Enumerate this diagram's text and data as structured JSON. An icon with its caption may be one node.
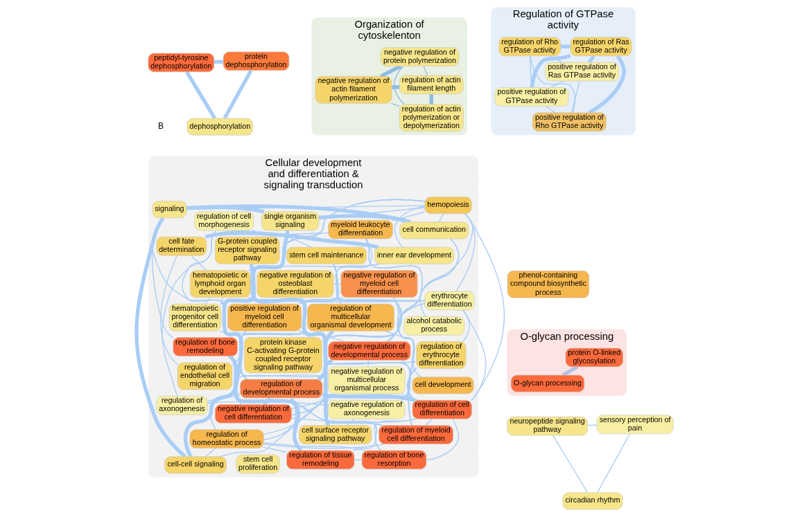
{
  "diagram": {
    "nodes": [
      {
        "text": [
          "O-glycan processing"
        ]
      },
      {
        "text": [
          "O-glycan processing"
        ],
        "in": 0
      },
      {
        "text": [
          "protein O-linked glycosylation"
        ],
        "in": 0
      },
      {
        "text": [
          "Cellular development and differentiation & signaling transduction"
        ]
      },
      {
        "text": [
          "regulation of endothelial cell migration"
        ],
        "in": 3
      },
      {
        "text": [
          "cell fate determination"
        ],
        "in": 3
      },
      {
        "text": [
          "alcohol catabolic process"
        ],
        "in": 3
      },
      {
        "text": [
          "inner ear development"
        ],
        "in": 3
      },
      {
        "text": [
          "protein kinase C-activating G-protein coupled receptor signaling pathway"
        ],
        "in": 3
      },
      {
        "text": [
          "hemopoiesis"
        ],
        "in": 3
      },
      {
        "text": [
          "cell communication"
        ],
        "in": 3
      },
      {
        "text": [
          "hematopoietic or lymphoid organ development"
        ],
        "in": 3
      },
      {
        "text": [
          "single organism signaling"
        ],
        "in": 3
      },
      {
        "text": [
          "regulation of axonogenesis"
        ],
        "in": 3
      },
      {
        "text": [
          "hematopoietic progenitor cell differentiation"
        ],
        "in": 3
      },
      {
        "text": [
          "erythrocyte differentiation"
        ],
        "in": 3
      },
      {
        "text": [
          "signaling"
        ],
        "in": 3
      },
      {
        "text": [
          "regulation of cell morphogenesis"
        ],
        "in": 3
      },
      {
        "text": [
          "negative regulation of developmental process"
        ],
        "in": 3
      },
      {
        "text": [
          "negative regulation of multicellular organismal process"
        ],
        "in": 3
      },
      {
        "text": [
          "cell-cell signaling"
        ],
        "in": 3
      },
      {
        "text": [
          "stem cell maintenance"
        ],
        "in": 3
      },
      {
        "text": [
          "regulation of multicellular organismal development"
        ],
        "in": 3
      },
      {
        "text": [
          "myeloid leukocyte differentiation"
        ],
        "in": 3
      },
      {
        "text": [
          "stem cell proliferation"
        ],
        "in": 3
      },
      {
        "text": [
          "regulation of bone remodeling"
        ],
        "in": 3
      },
      {
        "text": [
          "regulation of cell differentiation"
        ],
        "in": 3
      },
      {
        "text": [
          "negative regulation of axonogenesis"
        ],
        "in": 3
      },
      {
        "text": [
          "G-protein coupled receptor signaling pathway"
        ],
        "in": 3
      },
      {
        "text": [
          "regulation of developmental process"
        ],
        "in": 3
      },
      {
        "text": [
          "negative regulation of myeloid cell differentiation"
        ],
        "in": 3
      },
      {
        "text": [
          "regulation of tissue remodeling"
        ],
        "in": 3
      },
      {
        "text": [
          "positive regulation of myeloid cell differentiation"
        ],
        "in": 3
      },
      {
        "text": [
          "cell surface receptor signaling pathway"
        ],
        "in": 3
      },
      {
        "text": [
          "negative regulation of cell differentiation"
        ],
        "in": 3
      },
      {
        "text": [
          "negative regulation of osteoblast differentiation"
        ],
        "in": 3
      },
      {
        "text": [
          "regulation of bone resorption"
        ],
        "in": 3
      },
      {
        "text": [
          "regulation of myeloid cell differentiation"
        ],
        "in": 3
      },
      {
        "text": [
          "regulation of homeostatic process"
        ],
        "in": 3
      },
      {
        "text": [
          "cell development"
        ],
        "in": 3
      },
      {
        "text": [
          "regulation of erythrocyte differentiation"
        ],
        "in": 3
      },
      {
        "text": [
          "phenol-containing compound biosynthetic process"
        ]
      },
      {
        "text": [
          "Regulation of GTPase activity"
        ]
      },
      {
        "text": [
          "regulation of Ras GTPase activity"
        ],
        "in": 42
      },
      {
        "text": [
          "positive regulation of Rho GTPase activity"
        ],
        "in": 42
      },
      {
        "text": [
          "regulation of Rho GTPase activity"
        ],
        "in": 42
      },
      {
        "text": [
          "positive regulation of GTPase activity"
        ],
        "in": 42
      },
      {
        "text": [
          "positive regulation of Ras GTPase activity"
        ],
        "in": 42
      },
      {
        "text": [
          "neuropeptide signaling pathway"
        ]
      },
      {
        "text": [
          "sensory perception of pain"
        ]
      },
      {
        "text": [
          "circadian rhythm"
        ]
      },
      {
        "text": [
          "peptidyl-tyrosine dephosphorylation"
        ]
      },
      {
        "text": [
          "protein dephosphorylation"
        ]
      },
      {
        "text": [
          "dephosphorylation"
        ]
      },
      {
        "text": [
          "Organization of cytoskelenton"
        ]
      },
      {
        "text": [
          "regulation of actin polymerization or depolymerization"
        ],
        "in": 54
      },
      {
        "text": [
          "negative regulation of protein polymerization"
        ],
        "in": 54
      },
      {
        "text": [
          "negative regulation of actin filament polymerization"
        ],
        "in": 54
      },
      {
        "text": [
          "regulation of actin filament length"
        ],
        "in": 54
      }
    ],
    "edges": [
      {
        "from": 1,
        "to": 2,
        "arrow": "none",
        "style": "thick",
        "color": "#b4c3e6"
      },
      {
        "from": 4,
        "to": 5,
        "arrow": "none"
      },
      {
        "from": 4,
        "to": 7,
        "arrow": "none"
      },
      {
        "from": 5,
        "to": 7,
        "arrow": "none",
        "style": "thick"
      },
      {
        "from": 5,
        "to": 11,
        "arrow": "none"
      },
      {
        "from": 5,
        "to": 9,
        "arrow": "none"
      },
      {
        "from": 7,
        "to": 11,
        "arrow": "none"
      },
      {
        "from": 7,
        "to": 9,
        "arrow": "none"
      },
      {
        "from": 6,
        "to": 10,
        "arrow": "none"
      },
      {
        "from": 9,
        "to": 10,
        "arrow": "none"
      },
      {
        "from": 9,
        "to": 11,
        "arrow": "none"
      },
      {
        "from": 9,
        "to": 12,
        "arrow": "none"
      },
      {
        "from": 9,
        "to": 14,
        "arrow": "none"
      },
      {
        "from": 9,
        "to": 15,
        "arrow": "none"
      },
      {
        "from": 9,
        "to": 16,
        "arrow": "none"
      },
      {
        "from": 9,
        "to": 26,
        "arrow": "none"
      },
      {
        "from": 9,
        "to": 29,
        "arrow": "none"
      },
      {
        "from": 9,
        "to": 23,
        "arrow": "none"
      },
      {
        "from": 10,
        "to": 12,
        "arrow": "none",
        "style": "thick"
      },
      {
        "from": 10,
        "to": 16,
        "arrow": "none",
        "style": "thick"
      },
      {
        "from": 10,
        "to": 20,
        "arrow": "none"
      },
      {
        "from": 11,
        "to": 15,
        "arrow": "none"
      },
      {
        "from": 11,
        "to": 14,
        "arrow": "none"
      },
      {
        "from": 11,
        "to": 26,
        "arrow": "none"
      },
      {
        "from": 11,
        "to": 29,
        "arrow": "none"
      },
      {
        "from": 11,
        "to": 12,
        "arrow": "none"
      },
      {
        "from": 11,
        "to": 18,
        "arrow": "none"
      },
      {
        "from": 12,
        "to": 16,
        "arrow": "none",
        "style": "thick"
      },
      {
        "from": 12,
        "to": 20,
        "arrow": "none",
        "style": "thick"
      },
      {
        "from": 13,
        "to": 17,
        "arrow": "none"
      },
      {
        "from": 13,
        "to": 21,
        "arrow": "none"
      },
      {
        "from": 13,
        "to": 27,
        "arrow": "none"
      },
      {
        "from": 13,
        "to": 18,
        "arrow": "none"
      },
      {
        "from": 13,
        "to": 29,
        "arrow": "none"
      },
      {
        "from": 14,
        "to": 15,
        "arrow": "none"
      },
      {
        "from": 14,
        "to": 23,
        "arrow": "none"
      },
      {
        "from": 14,
        "to": 26,
        "arrow": "none"
      },
      {
        "from": 15,
        "to": 29,
        "arrow": "none"
      },
      {
        "from": 15,
        "to": 26,
        "arrow": "none"
      },
      {
        "from": 15,
        "to": 18,
        "arrow": "none"
      },
      {
        "from": 15,
        "to": 40,
        "arrow": "none"
      },
      {
        "from": 16,
        "to": 20,
        "arrow": "none",
        "style": "thick"
      },
      {
        "from": 16,
        "to": 25,
        "arrow": "none"
      },
      {
        "from": 16,
        "to": 29,
        "arrow": "none"
      },
      {
        "from": 17,
        "to": 21,
        "arrow": "none"
      },
      {
        "from": 17,
        "to": 29,
        "arrow": "none"
      },
      {
        "from": 18,
        "to": 29,
        "arrow": "none",
        "style": "thick"
      },
      {
        "from": 18,
        "to": 26,
        "arrow": "none"
      },
      {
        "from": 18,
        "to": 21,
        "arrow": "none"
      },
      {
        "from": 18,
        "to": 34,
        "arrow": "none"
      },
      {
        "from": 18,
        "to": 19,
        "arrow": "none"
      },
      {
        "from": 19,
        "to": 29,
        "arrow": "none"
      },
      {
        "from": 19,
        "to": 26,
        "arrow": "none"
      },
      {
        "from": 19,
        "to": 34,
        "arrow": "none"
      },
      {
        "from": 20,
        "to": 29,
        "arrow": "none"
      },
      {
        "from": 20,
        "to": 38,
        "arrow": "none"
      },
      {
        "from": 21,
        "to": 29,
        "arrow": "none"
      },
      {
        "from": 21,
        "to": 27,
        "arrow": "none"
      },
      {
        "from": 21,
        "to": 22,
        "arrow": "none"
      },
      {
        "from": 22,
        "to": 29,
        "arrow": "none",
        "style": "thick"
      },
      {
        "from": 22,
        "to": 26,
        "arrow": "none"
      },
      {
        "from": 22,
        "to": 34,
        "arrow": "none"
      },
      {
        "from": 23,
        "to": 26,
        "arrow": "none"
      },
      {
        "from": 23,
        "to": 32,
        "arrow": "none"
      },
      {
        "from": 23,
        "to": 37,
        "arrow": "none"
      },
      {
        "from": 25,
        "to": 31,
        "arrow": "none",
        "style": "thick"
      },
      {
        "from": 25,
        "to": 38,
        "arrow": "none"
      },
      {
        "from": 25,
        "to": 36,
        "arrow": "none"
      },
      {
        "from": 25,
        "to": 26,
        "arrow": "none"
      },
      {
        "from": 26,
        "to": 29,
        "arrow": "none",
        "style": "thick"
      },
      {
        "from": 26,
        "to": 34,
        "arrow": "none"
      },
      {
        "from": 26,
        "to": 37,
        "arrow": "none"
      },
      {
        "from": 26,
        "to": 32,
        "arrow": "none"
      },
      {
        "from": 26,
        "to": 31,
        "arrow": "none"
      },
      {
        "from": 26,
        "to": 36,
        "arrow": "none"
      },
      {
        "from": 26,
        "to": 40,
        "arrow": "none"
      },
      {
        "from": 27,
        "to": 29,
        "arrow": "none"
      },
      {
        "from": 27,
        "to": 30,
        "arrow": "none"
      },
      {
        "from": 27,
        "to": 33,
        "arrow": "none"
      },
      {
        "from": 28,
        "to": 33,
        "arrow": "none",
        "style": "thick"
      },
      {
        "from": 29,
        "to": 34,
        "arrow": "none",
        "style": "thick"
      },
      {
        "from": 29,
        "to": 30,
        "arrow": "none"
      },
      {
        "from": 29,
        "to": 37,
        "arrow": "none"
      },
      {
        "from": 29,
        "to": 32,
        "arrow": "none"
      },
      {
        "from": 29,
        "to": 31,
        "arrow": "none"
      },
      {
        "from": 29,
        "to": 40,
        "arrow": "none"
      },
      {
        "from": 29,
        "to": 38,
        "arrow": "none"
      },
      {
        "from": 30,
        "to": 34,
        "arrow": "none"
      },
      {
        "from": 30,
        "to": 37,
        "arrow": "none"
      },
      {
        "from": 30,
        "to": 35,
        "arrow": "none"
      },
      {
        "from": 31,
        "to": 38,
        "arrow": "none"
      },
      {
        "from": 31,
        "to": 36,
        "arrow": "none"
      },
      {
        "from": 32,
        "to": 37,
        "arrow": "none"
      },
      {
        "from": 32,
        "to": 36,
        "arrow": "none"
      },
      {
        "from": 32,
        "to": 38,
        "arrow": "none"
      },
      {
        "from": 33,
        "to": 35,
        "arrow": "none"
      },
      {
        "from": 35,
        "to": 39,
        "arrow": "none"
      },
      {
        "from": 35,
        "to": 34,
        "arrow": "none"
      },
      {
        "from": 36,
        "to": 38,
        "arrow": "none"
      },
      {
        "from": 37,
        "to": 40,
        "arrow": "none"
      },
      {
        "from": 37,
        "to": 38,
        "arrow": "none"
      },
      {
        "from": 40,
        "to": 38,
        "arrow": "none"
      },
      {
        "from": 43,
        "to": 44,
        "arrow": "none",
        "style": "thick"
      },
      {
        "from": 43,
        "to": 45,
        "arrow": "none",
        "style": "thick"
      },
      {
        "from": 43,
        "to": 46,
        "arrow": "none",
        "style": "thick"
      },
      {
        "from": 43,
        "to": 47,
        "arrow": "none",
        "style": "thick"
      },
      {
        "from": 44,
        "to": 45,
        "arrow": "none"
      },
      {
        "from": 44,
        "to": 46,
        "arrow": "none"
      },
      {
        "from": 44,
        "to": 47,
        "arrow": "none"
      },
      {
        "from": 45,
        "to": 46,
        "arrow": "none"
      },
      {
        "from": 45,
        "to": 47,
        "arrow": "none"
      },
      {
        "from": 46,
        "to": 47,
        "arrow": "none"
      },
      {
        "from": 48,
        "to": 49,
        "arrow": "none"
      },
      {
        "from": 48,
        "to": 50,
        "arrow": "none"
      },
      {
        "from": 49,
        "to": 50,
        "arrow": "none"
      },
      {
        "from": 51,
        "to": 52,
        "arrow": "none",
        "style": "thick"
      },
      {
        "from": 51,
        "to": 53,
        "arrow": "none",
        "style": "thick"
      },
      {
        "from": 52,
        "to": 53,
        "arrow": "none",
        "style": "thick"
      },
      {
        "from": 55,
        "to": 56,
        "arrow": "none",
        "color": "#8fbbe0"
      },
      {
        "from": 55,
        "to": 57,
        "arrow": "none",
        "color": "#8fbbe0"
      },
      {
        "from": 55,
        "to": 58,
        "arrow": "none",
        "style": "thick",
        "color": "#8fbbe0"
      },
      {
        "from": 56,
        "to": 57,
        "arrow": "none",
        "style": "thick",
        "color": "#8fbbe0"
      },
      {
        "from": 56,
        "to": 58,
        "arrow": "none",
        "color": "#8fbbe0"
      },
      {
        "from": 57,
        "to": 58,
        "arrow": "none",
        "style": "thick",
        "color": "#8fbbe0"
      }
    ],
    "labels": [
      "B"
    ]
  }
}
